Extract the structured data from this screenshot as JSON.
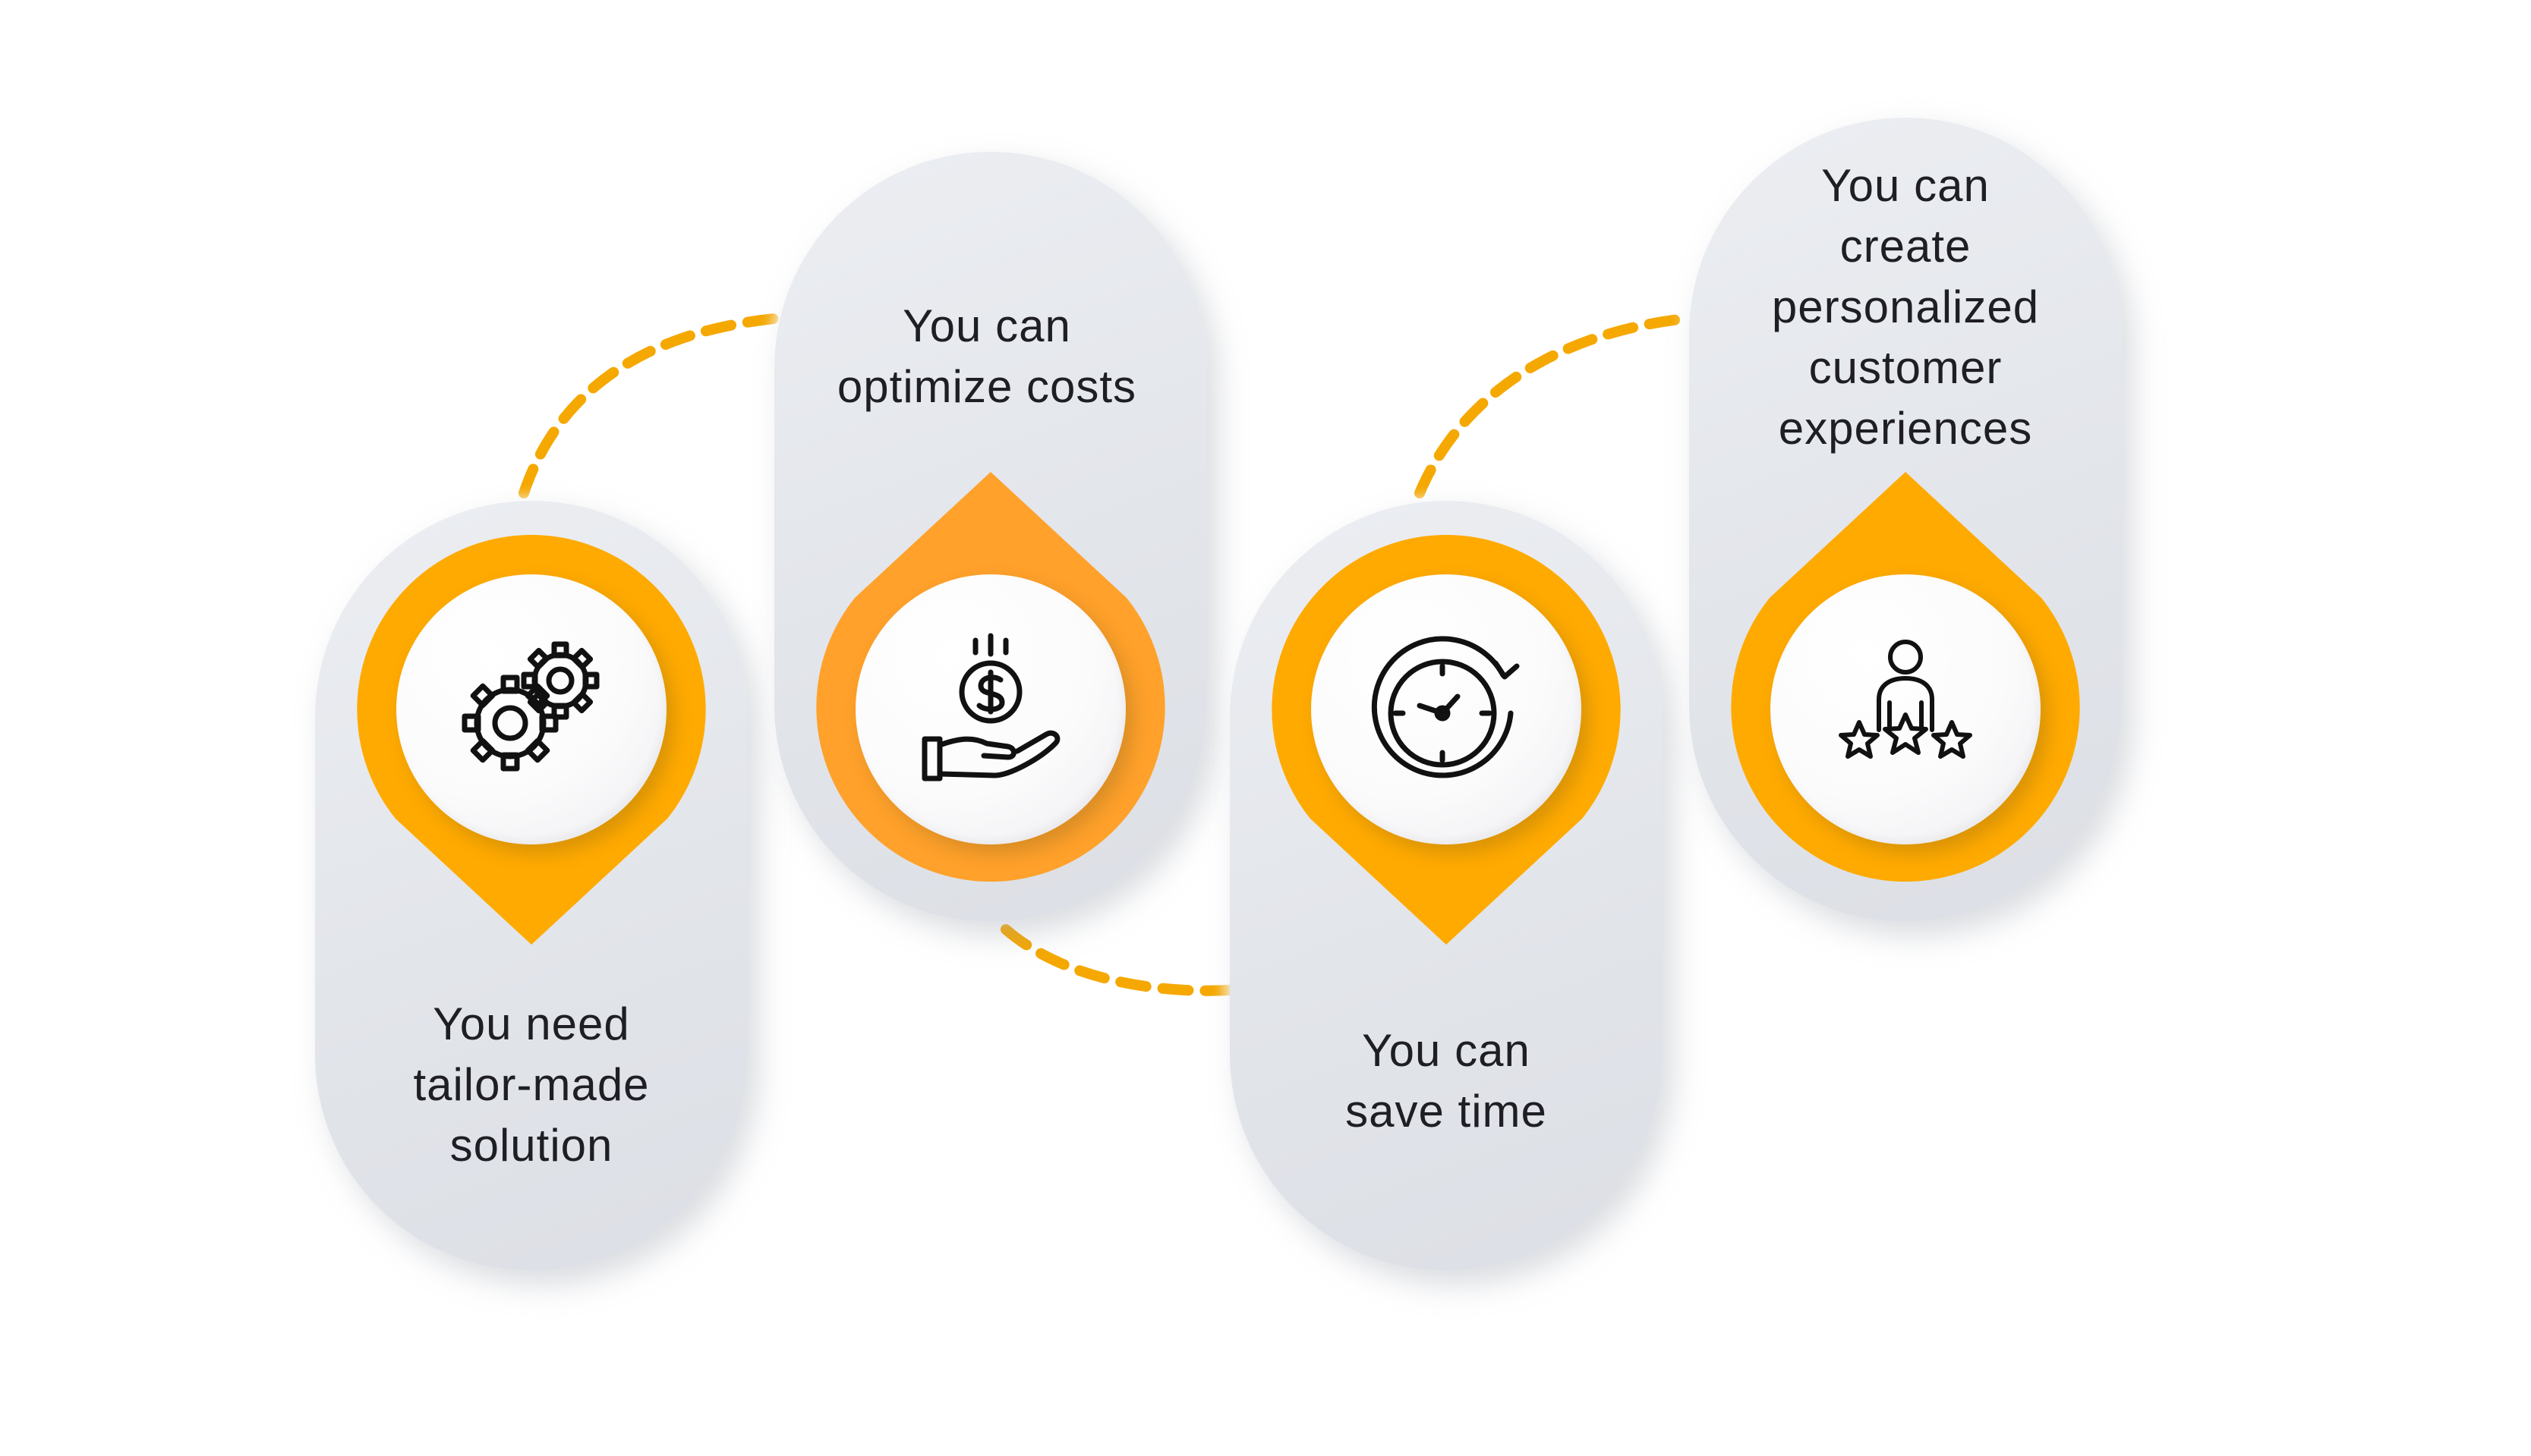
{
  "accent_color": "#ffaa00",
  "accent_color_alt": "#ffa12b",
  "pill_color": "#e4e7eb",
  "steps": [
    {
      "lines": [
        "You need",
        "tailor-made",
        "solution"
      ],
      "icon": "gears-icon"
    },
    {
      "lines": [
        "You can",
        "optimize costs"
      ],
      "icon": "money-hand-icon"
    },
    {
      "lines": [
        "You can",
        "save time"
      ],
      "icon": "clock-icon"
    },
    {
      "lines": [
        "You can",
        "create",
        "personalized",
        "customer",
        "experiences"
      ],
      "icon": "person-rating-icon"
    }
  ]
}
